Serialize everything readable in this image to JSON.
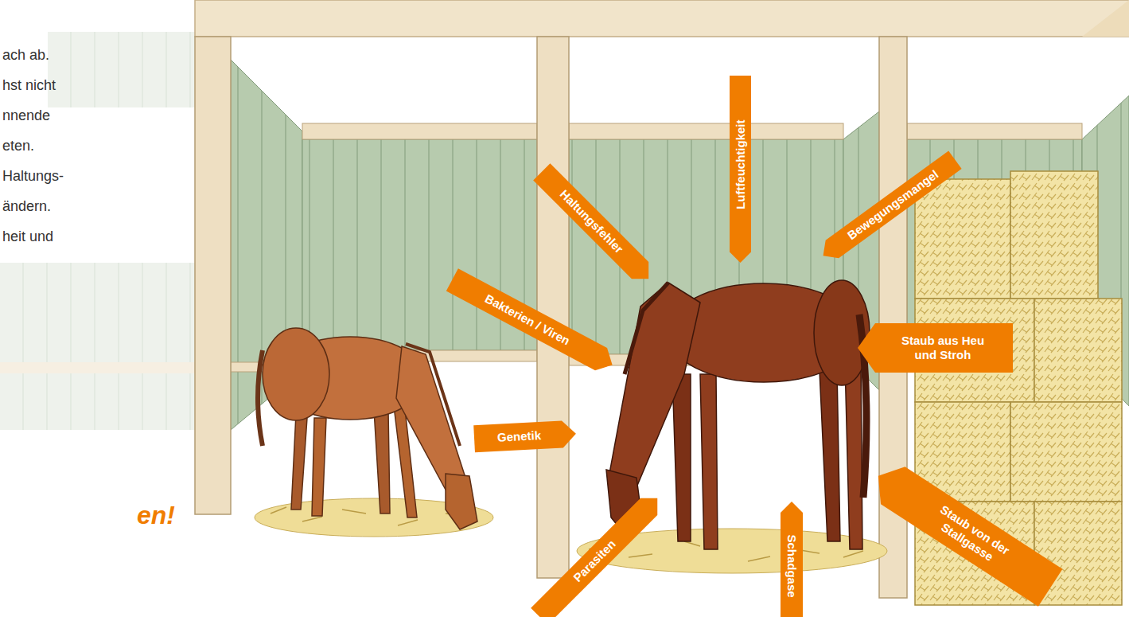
{
  "diagram": {
    "nodes": [
      {
        "text": [
          "Haltungsfehler"
        ]
      },
      {
        "text": [
          "Luftfeuchtigkeit"
        ]
      },
      {
        "text": [
          "Bewegungsmangel"
        ]
      },
      {
        "text": [
          "Bakterien / Viren"
        ]
      },
      {
        "text": [
          "Staub aus Heu und Stroh"
        ]
      },
      {
        "text": [
          "Genetik"
        ]
      },
      {
        "text": [
          "Parasiten"
        ]
      },
      {
        "text": [
          "Schadgase"
        ]
      },
      {
        "text": [
          "Staub von der Stallgasse"
        ]
      }
    ],
    "labels": [
      "ach ab.",
      "hst nicht",
      "nnende",
      "eten.",
      "Haltungs-",
      "ändern.",
      "heit und",
      "en!"
    ]
  }
}
